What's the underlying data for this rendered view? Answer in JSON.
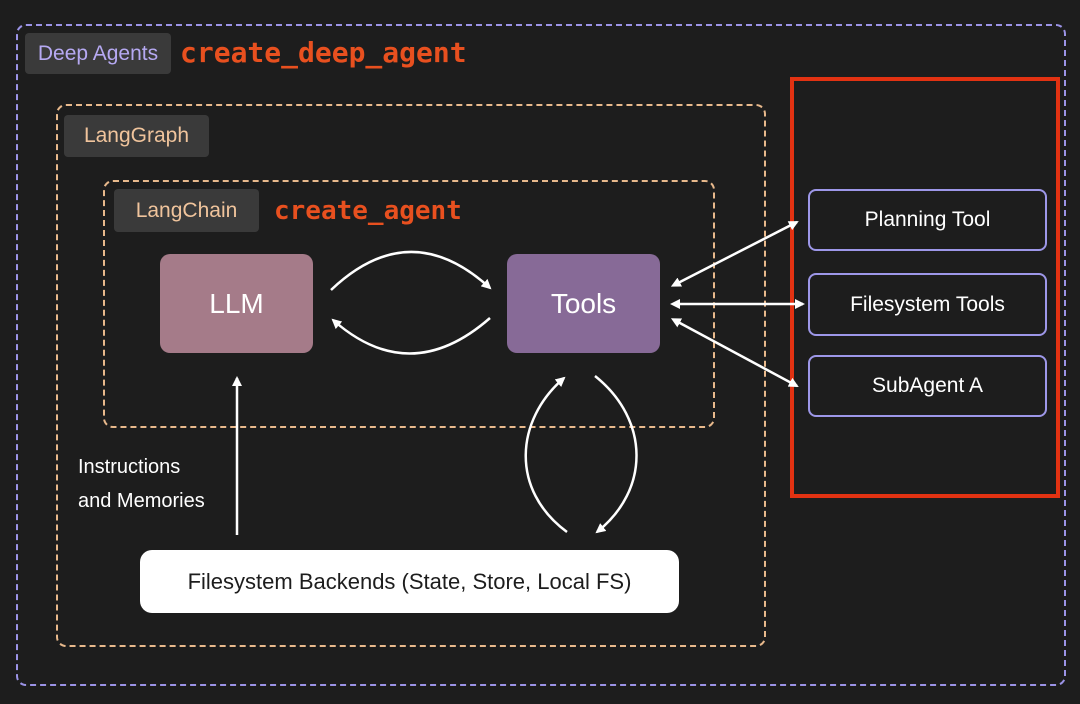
{
  "deep_agents": {
    "tag": "Deep Agents",
    "function": "create_deep_agent"
  },
  "langgraph": {
    "tag": "LangGraph"
  },
  "langchain": {
    "tag": "LangChain",
    "function": "create_agent",
    "nodes": {
      "llm": "LLM",
      "tools": "Tools"
    }
  },
  "subagent_tools": [
    "Planning Tool",
    "Filesystem Tools",
    "SubAgent A"
  ],
  "backend": {
    "label": "Filesystem Backends (State, Store, Local FS)"
  },
  "memories_label": {
    "line1": "Instructions",
    "line2": "and Memories"
  },
  "colors": {
    "background": "#1d1d1d",
    "deep_agents_border": "#9b93e6",
    "langgraph_border": "#e8b98c",
    "highlight_border": "#e23212",
    "function_text": "#e8501f",
    "llm_node": "#a57b89",
    "tools_node": "#876a97",
    "tool_box_border": "#9d97e8"
  }
}
